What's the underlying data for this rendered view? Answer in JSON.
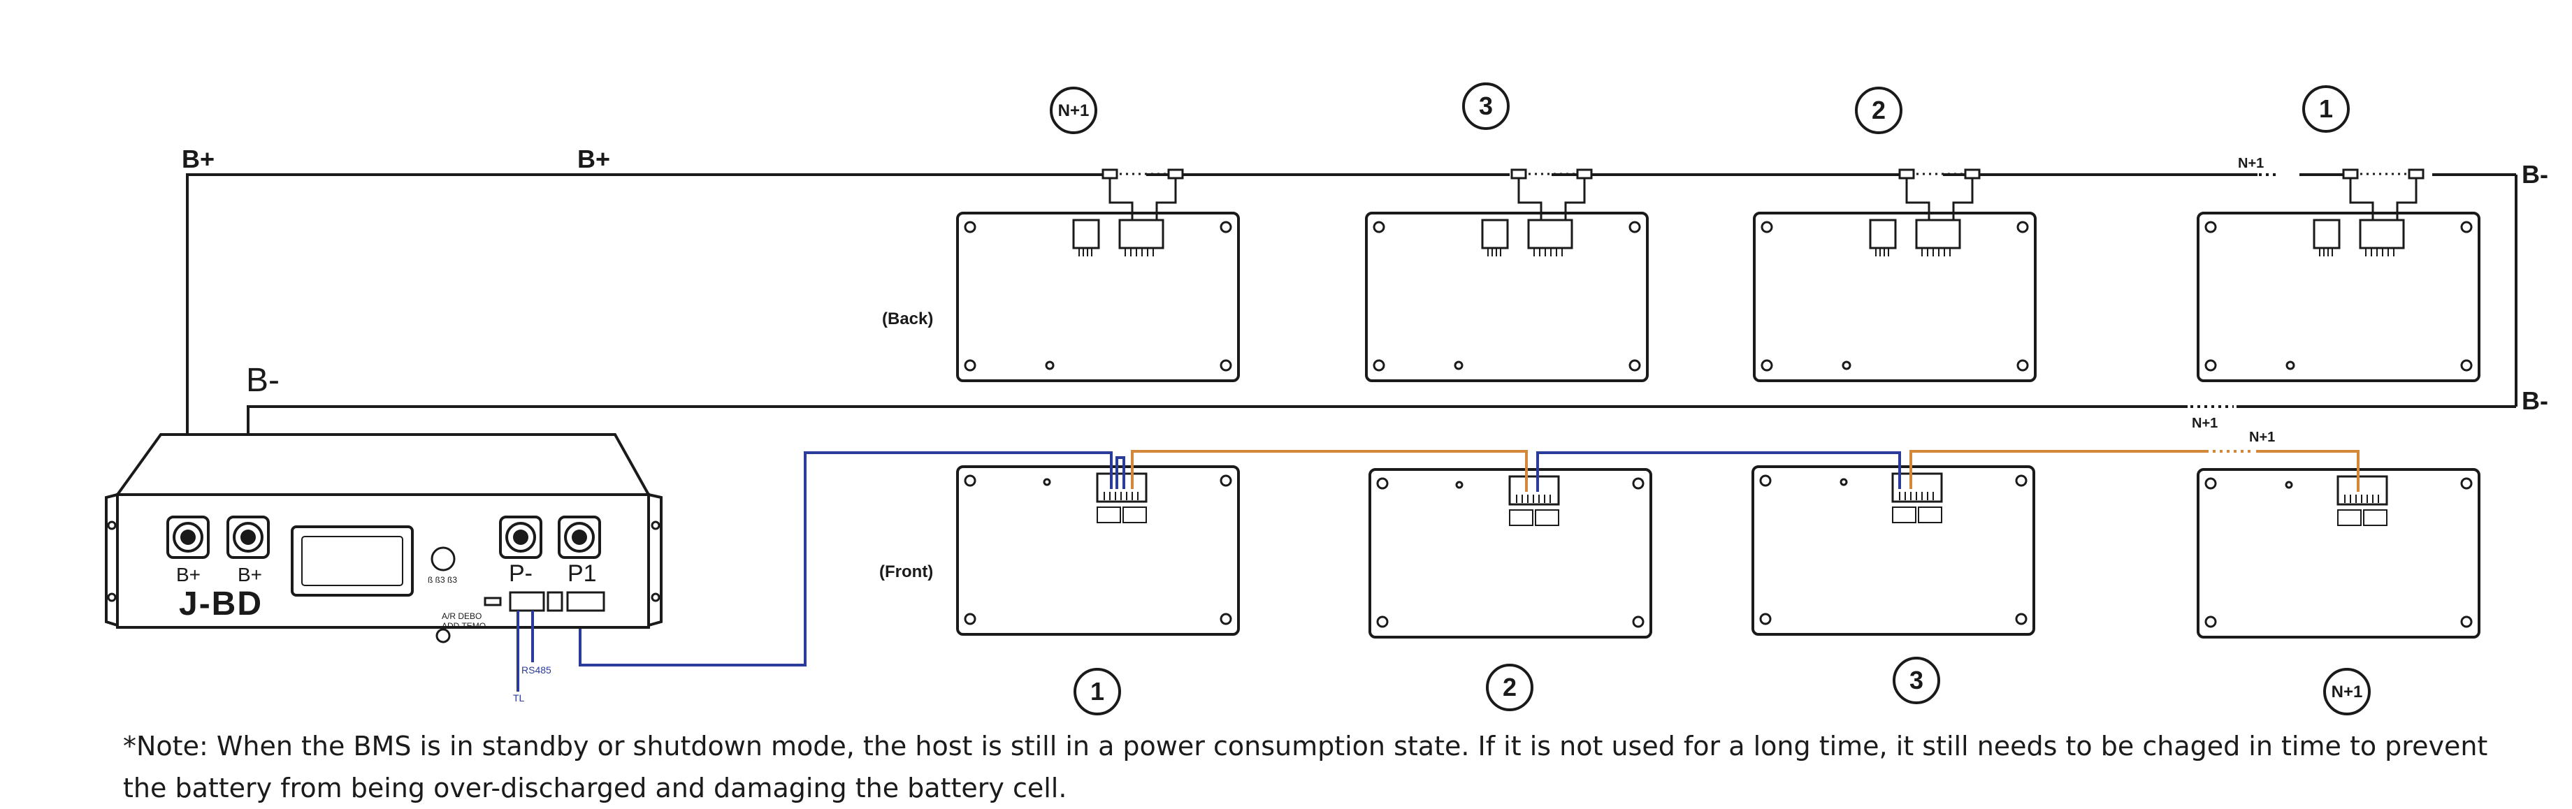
{
  "bms": {
    "brand": "J-BD",
    "terminal_labels": [
      "B+",
      "B+",
      "P-",
      "P1"
    ],
    "small_text_1": "ß ß3 ß3",
    "small_text_2": "A/R DEBO",
    "small_text_3": "ADD TEMO",
    "wire_label_1": "RS485",
    "wire_label_2": "TL"
  },
  "wiring_labels": {
    "b_plus_left": "B+",
    "b_plus_mid": "B+",
    "b_minus_left": "B-",
    "b_minus_top_right": "B-",
    "b_minus_bottom_right": "B-",
    "n1_top": "N+1",
    "n1_middle": "N+1",
    "n1_front": "N+1"
  },
  "row_labels": {
    "back": "(Back)",
    "front": "(Front)"
  },
  "back_row": {
    "number_badges": [
      "N+1",
      "3",
      "2",
      "1"
    ]
  },
  "front_row": {
    "number_badges": [
      "1",
      "2",
      "3",
      "N+1"
    ]
  },
  "colors": {
    "line": "#1a1a1a",
    "blue_wire": "#2a3b9a",
    "orange_wire": "#d2873a"
  },
  "note": {
    "text": "*Note: When the BMS is in standby or shutdown mode, the host is still in a power consumption state. If it is not used for a long time, it still needs to be chaged in time to prevent the battery from being over-discharged and damaging the battery cell."
  }
}
